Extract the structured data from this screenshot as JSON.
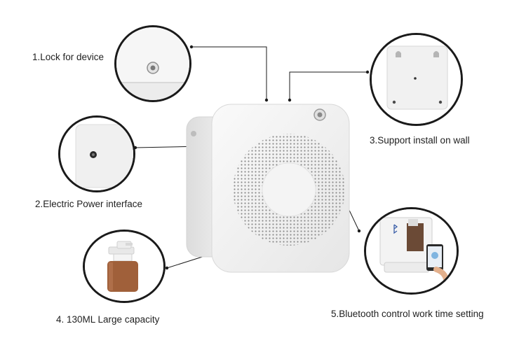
{
  "features": [
    {
      "label": "1.Lock for device"
    },
    {
      "label": "2.Electric Power interface"
    },
    {
      "label": "3.Support install on wall"
    },
    {
      "label": "4. 130ML Large capacity"
    },
    {
      "label": "5.Bluetooth control work time setting"
    }
  ],
  "colors": {
    "line": "#1a1a1a",
    "device_body": "#f2f2f2",
    "bottle": "#a0603a"
  },
  "icons": [
    "lock-icon",
    "power-port-icon",
    "wall-mount-icon",
    "oil-bottle-icon",
    "bluetooth-icon"
  ]
}
